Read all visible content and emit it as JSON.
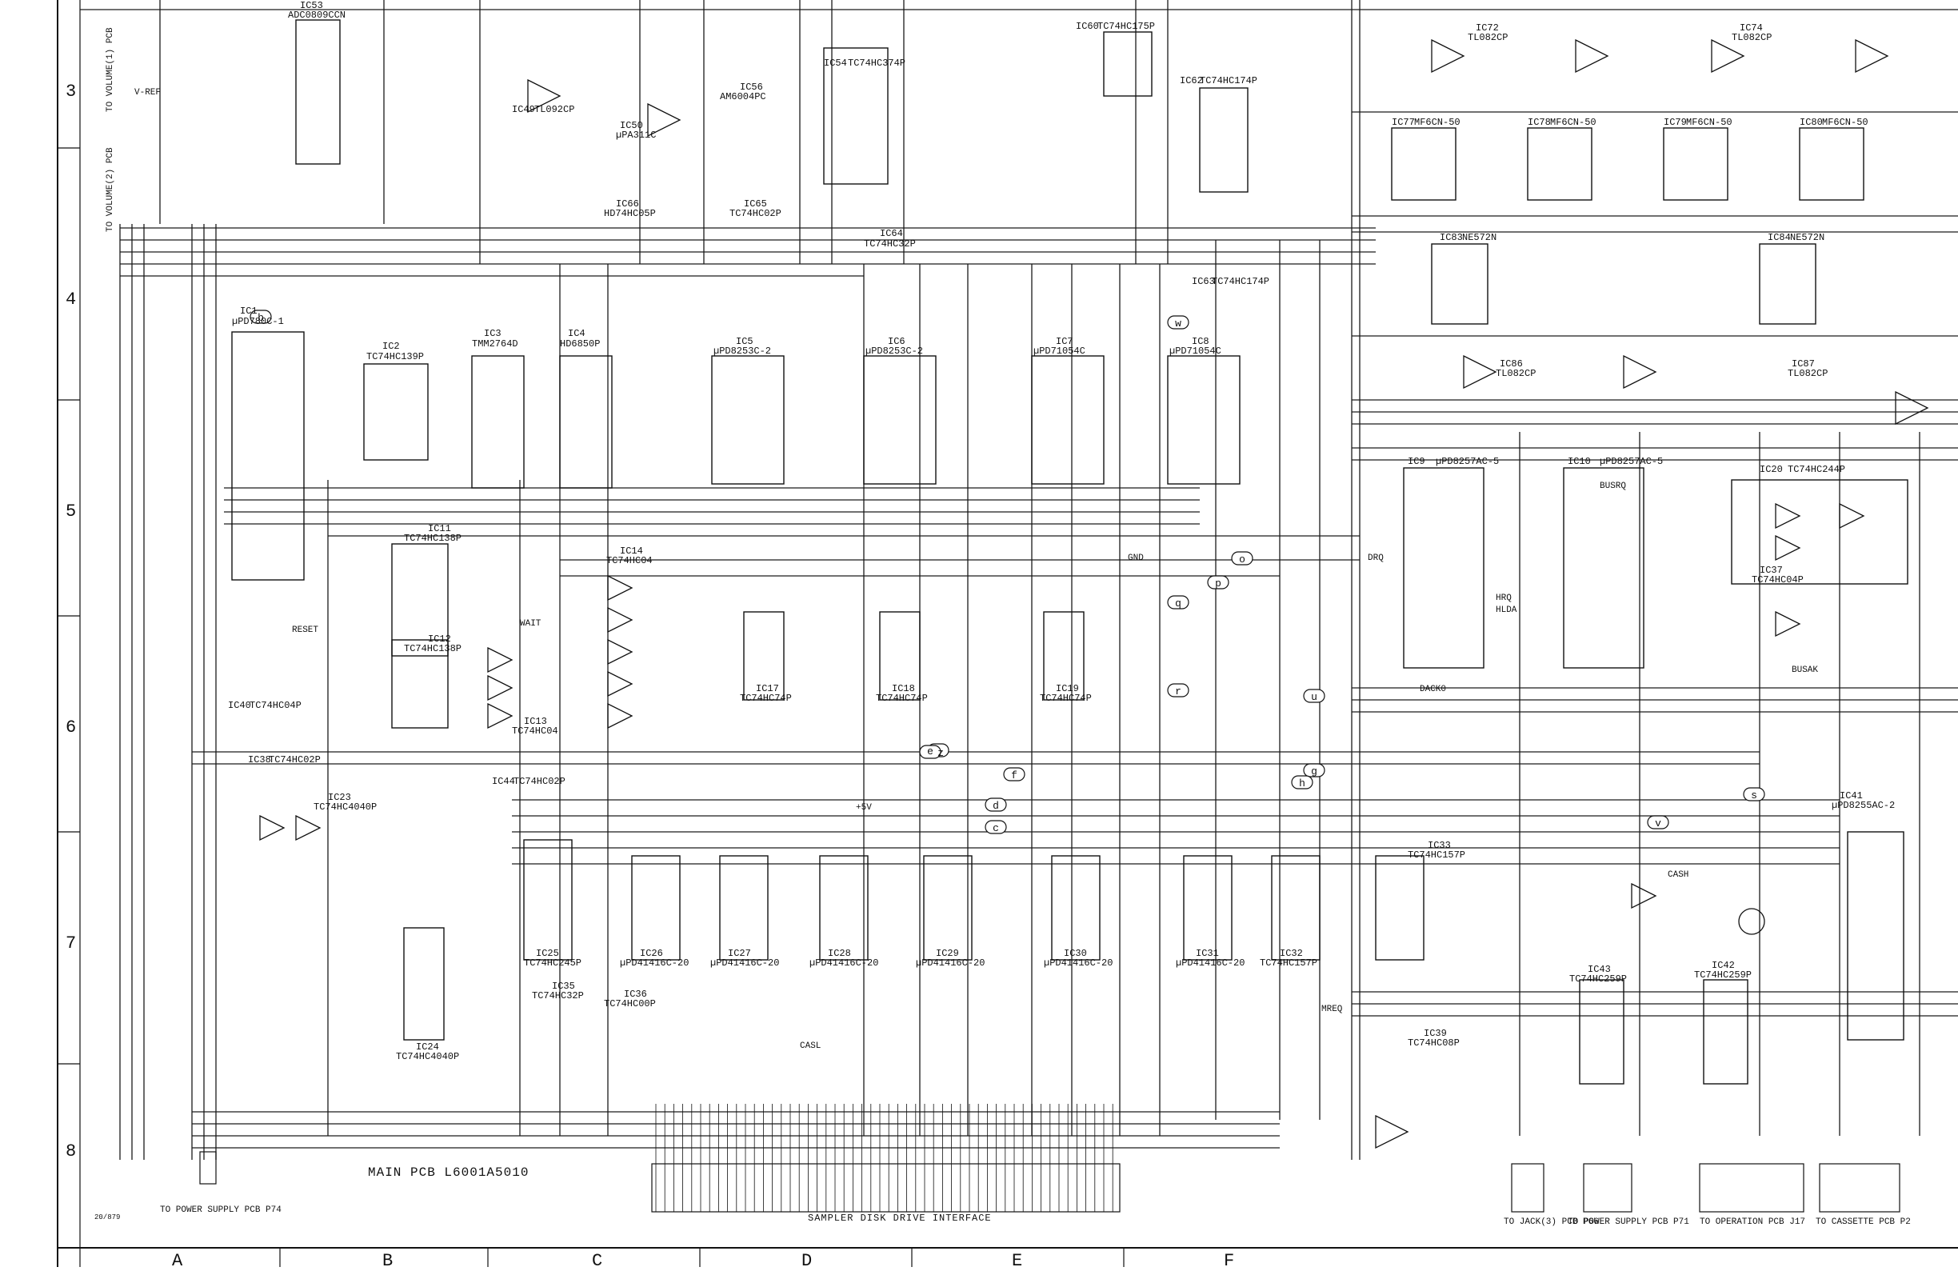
{
  "title": "MAIN PCB L6001A5010",
  "interface_label": "SAMPLER DISK DRIVE INTERFACE",
  "row_numbers": [
    "3",
    "4",
    "5",
    "6",
    "7",
    "8"
  ],
  "column_letters": [
    "A",
    "B",
    "C",
    "D",
    "E",
    "F"
  ],
  "corner_note": "20/879",
  "connector_notes": [
    {
      "id": "c1",
      "text": "TO POWER SUPPLY PCB P74"
    },
    {
      "id": "c2",
      "text": "TO JACK(3) PCB P66"
    },
    {
      "id": "c3",
      "text": "TO POWER SUPPLY PCB P71"
    },
    {
      "id": "c4",
      "text": "TO OPERATION PCB J17"
    },
    {
      "id": "c5",
      "text": "TO CASSETTE PCB P2"
    },
    {
      "id": "c6",
      "text": "TO VOLUME(1) PCB"
    },
    {
      "id": "c7",
      "text": "TO VOLUME(2) PCB"
    }
  ],
  "ics": [
    {
      "id": "ic1",
      "ref": "IC1",
      "part": "µPD780C-1"
    },
    {
      "id": "ic2",
      "ref": "IC2",
      "part": "TC74HC139P"
    },
    {
      "id": "ic3",
      "ref": "IC3",
      "part": "TMM2764D"
    },
    {
      "id": "ic4",
      "ref": "IC4",
      "part": "HD6850P"
    },
    {
      "id": "ic5",
      "ref": "IC5",
      "part": "µPD8253C-2"
    },
    {
      "id": "ic6",
      "ref": "IC6",
      "part": "µPD8253C-2"
    },
    {
      "id": "ic7",
      "ref": "IC7",
      "part": "µPD71054C"
    },
    {
      "id": "ic8",
      "ref": "IC8",
      "part": "µPD71054C"
    },
    {
      "id": "ic9",
      "ref": "IC9",
      "part": "µPD8257AC-5"
    },
    {
      "id": "ic10",
      "ref": "IC10",
      "part": "µPD8257AC-5"
    },
    {
      "id": "ic11",
      "ref": "IC11",
      "part": "TC74HC138P"
    },
    {
      "id": "ic12",
      "ref": "IC12",
      "part": "TC74HC138P"
    },
    {
      "id": "ic13",
      "ref": "IC13",
      "part": "TC74HC04"
    },
    {
      "id": "ic14",
      "ref": "IC14",
      "part": "TC74HC04"
    },
    {
      "id": "ic17",
      "ref": "IC17",
      "part": "TC74HC74P"
    },
    {
      "id": "ic18",
      "ref": "IC18",
      "part": "TC74HC74P"
    },
    {
      "id": "ic19",
      "ref": "IC19",
      "part": "TC74HC74P"
    },
    {
      "id": "ic20",
      "ref": "IC20",
      "part": "TC74HC244P"
    },
    {
      "id": "ic23",
      "ref": "IC23",
      "part": "TC74HC4040P"
    },
    {
      "id": "ic24",
      "ref": "IC24",
      "part": "TC74HC4040P"
    },
    {
      "id": "ic25",
      "ref": "IC25",
      "part": "TC74HC245P"
    },
    {
      "id": "ic26",
      "ref": "IC26",
      "part": "µPD41416C-20"
    },
    {
      "id": "ic27",
      "ref": "IC27",
      "part": "µPD41416C-20"
    },
    {
      "id": "ic28",
      "ref": "IC28",
      "part": "µPD41416C-20"
    },
    {
      "id": "ic29",
      "ref": "IC29",
      "part": "µPD41416C-20"
    },
    {
      "id": "ic30",
      "ref": "IC30",
      "part": "µPD41416C-20"
    },
    {
      "id": "ic31",
      "ref": "IC31",
      "part": "µPD41416C-20"
    },
    {
      "id": "ic32",
      "ref": "IC32",
      "part": "TC74HC157P"
    },
    {
      "id": "ic33",
      "ref": "IC33",
      "part": "TC74HC157P"
    },
    {
      "id": "ic35",
      "ref": "IC35",
      "part": "TC74HC32P"
    },
    {
      "id": "ic36",
      "ref": "IC36",
      "part": "TC74HC00P"
    },
    {
      "id": "ic37",
      "ref": "IC37",
      "part": "TC74HC04P"
    },
    {
      "id": "ic38",
      "ref": "IC38",
      "part": "TC74HC02P"
    },
    {
      "id": "ic39",
      "ref": "IC39",
      "part": "TC74HC08P"
    },
    {
      "id": "ic40",
      "ref": "IC40",
      "part": "TC74HC04P"
    },
    {
      "id": "ic41",
      "ref": "IC41",
      "part": "µPD8255AC-2"
    },
    {
      "id": "ic42",
      "ref": "IC42",
      "part": "TC74HC259P"
    },
    {
      "id": "ic43",
      "ref": "IC43",
      "part": "TC74HC259P"
    },
    {
      "id": "ic44",
      "ref": "IC44",
      "part": "TC74HC02P"
    },
    {
      "id": "ic49",
      "ref": "IC49",
      "part": "TL092CP"
    },
    {
      "id": "ic50",
      "ref": "IC50",
      "part": "µPA311C"
    },
    {
      "id": "ic53",
      "ref": "IC53",
      "part": "ADC0809CCN"
    },
    {
      "id": "ic54",
      "ref": "IC54",
      "part": "TC74HC374P"
    },
    {
      "id": "ic56",
      "ref": "IC56",
      "part": "AM6004PC"
    },
    {
      "id": "ic60",
      "ref": "IC60",
      "part": "TC74HC175P"
    },
    {
      "id": "ic62",
      "ref": "IC62",
      "part": "TC74HC174P"
    },
    {
      "id": "ic63",
      "ref": "IC63",
      "part": "TC74HC174P"
    },
    {
      "id": "ic64",
      "ref": "IC64",
      "part": "TC74HC32P"
    },
    {
      "id": "ic65",
      "ref": "IC65",
      "part": "TC74HC02P"
    },
    {
      "id": "ic66",
      "ref": "IC66",
      "part": "HD74HC05P"
    },
    {
      "id": "ic72",
      "ref": "IC72",
      "part": "TL082CP"
    },
    {
      "id": "ic74",
      "ref": "IC74",
      "part": "TL082CP"
    },
    {
      "id": "ic77",
      "ref": "IC77",
      "part": "MF6CN-50"
    },
    {
      "id": "ic78",
      "ref": "IC78",
      "part": "MF6CN-50"
    },
    {
      "id": "ic79",
      "ref": "IC79",
      "part": "MF6CN-50"
    },
    {
      "id": "ic80",
      "ref": "IC80",
      "part": "MF6CN-50"
    },
    {
      "id": "ic83",
      "ref": "IC83",
      "part": "NE572N"
    },
    {
      "id": "ic84",
      "ref": "IC84",
      "part": "NE572N"
    },
    {
      "id": "ic86",
      "ref": "IC86",
      "part": "TL082CP"
    },
    {
      "id": "ic87",
      "ref": "IC87",
      "part": "TL082CP"
    }
  ],
  "bus_letters": [
    "b",
    "c",
    "d",
    "e",
    "f",
    "g",
    "h",
    "o",
    "p",
    "q",
    "r",
    "s",
    "u",
    "v",
    "w",
    "z"
  ],
  "net_labels": [
    "+5V",
    "GND",
    "V-REF",
    "BUSAK",
    "DACK0",
    "MREQ",
    "BUSRQ",
    "WAIT",
    "RESET",
    "CASH",
    "CASL",
    "DRQ",
    "HRQ",
    "HLDA"
  ]
}
